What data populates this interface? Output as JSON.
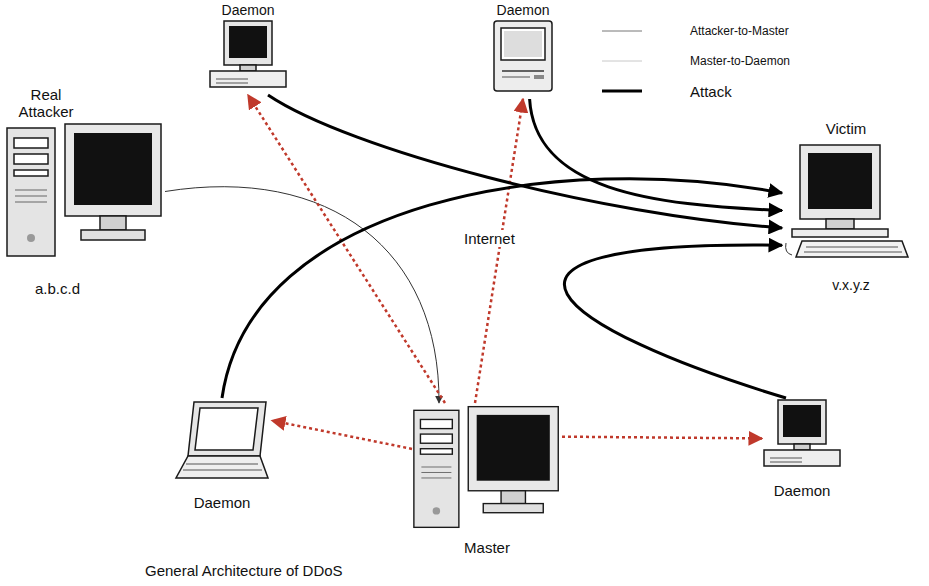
{
  "diagram": {
    "caption": "General Architecture of DDoS",
    "nodes": [
      {
        "text": [
          "Daemon"
        ]
      },
      {
        "text": [
          "Daemon"
        ]
      },
      {
        "text": [
          "Real Attacker",
          "a.b.c.d"
        ]
      },
      {
        "text": [
          "Internet"
        ]
      },
      {
        "text": [
          "Victim",
          "v.x.y.z"
        ]
      },
      {
        "text": [
          "Daemon"
        ]
      },
      {
        "text": [
          "Master"
        ]
      },
      {
        "text": [
          "Daemon"
        ]
      }
    ],
    "edges": [
      {
        "from": 2,
        "to": 6,
        "arrow": "to"
      },
      {
        "from": 6,
        "to": 0,
        "arrow": "to"
      },
      {
        "from": 6,
        "to": 1,
        "arrow": "to"
      },
      {
        "from": 6,
        "to": 5,
        "arrow": "to"
      },
      {
        "from": 6,
        "to": 7,
        "arrow": "to"
      },
      {
        "from": 0,
        "to": 4,
        "arrow": "to"
      },
      {
        "from": 1,
        "to": 4,
        "arrow": "to"
      },
      {
        "from": 5,
        "to": 4,
        "arrow": "to"
      },
      {
        "from": 7,
        "to": 4,
        "arrow": "to"
      }
    ],
    "legend": [
      {
        "text": "Attacker-to-Master"
      },
      {
        "text": "Master-to-Daemon"
      },
      {
        "text": "Attack"
      }
    ]
  }
}
